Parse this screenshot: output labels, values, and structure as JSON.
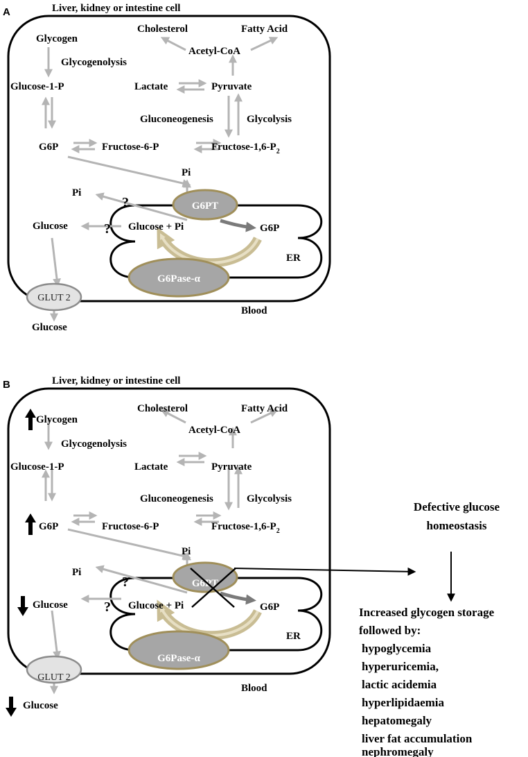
{
  "colors": {
    "arrow_gray": "#b4b4b4",
    "protein_fill": "#a6a6a6",
    "protein_border": "#a08f5a",
    "er_arrow_tan": "#c9bd94",
    "dark_arrow": "#7a7a7a",
    "glut_fill": "#e3e3e3"
  },
  "panel_a": {
    "letter": "A",
    "title": "Liver, kidney or intestine cell",
    "labels": {
      "cholesterol": "Cholesterol",
      "fatty_acid": "Fatty Acid",
      "acetyl_coa": "Acetyl-CoA",
      "glycogen": "Glycogen",
      "glycogenolysis": "Glycogenolysis",
      "glucose_1_p": "Glucose-1-P",
      "lactate": "Lactate",
      "pyruvate": "Pyruvate",
      "gluconeogenesis": "Gluconeogenesis",
      "glycolysis": "Glycolysis",
      "g6p": "G6P",
      "fructose_6_p": "Fructose-6-P",
      "fructose_16_p2": "Fructose-1,6-P",
      "p2_subscript": "2",
      "pi_top": "Pi",
      "pi_left": "Pi",
      "question_1": "?",
      "question_2": "?",
      "glucose_cyto": "Glucose",
      "glucose_pi": "Glucose + Pi",
      "g6p_er": "G6P",
      "er": "ER",
      "g6pt": "G6PT",
      "g6pase": "G6Pase-α",
      "glut2": "GLUT 2",
      "blood": "Blood",
      "glucose_blood": "Glucose"
    }
  },
  "panel_b": {
    "letter": "B",
    "title": "Liver, kidney or intestine cell",
    "labels": {
      "cholesterol": "Cholesterol",
      "fatty_acid": "Fatty Acid",
      "acetyl_coa": "Acetyl-CoA",
      "glycogen": "Glycogen",
      "glycogenolysis": "Glycogenolysis",
      "glucose_1_p": "Glucose-1-P",
      "lactate": "Lactate",
      "pyruvate": "Pyruvate",
      "gluconeogenesis": "Gluconeogenesis",
      "glycolysis": "Glycolysis",
      "g6p": "G6P",
      "fructose_6_p": "Fructose-6-P",
      "fructose_16_p2": "Fructose-1,6-P",
      "p2_subscript": "2",
      "pi_top": "Pi",
      "pi_left": "Pi",
      "question_1": "?",
      "question_2": "?",
      "glucose_cyto": "Glucose",
      "glucose_pi": "Glucose + Pi",
      "g6p_er": "G6P",
      "er": "ER",
      "g6pt": "G6PT",
      "g6pase": "G6Pase-α",
      "glut2": "GLUT 2",
      "blood": "Blood",
      "glucose_blood": "Glucose"
    },
    "side": {
      "defective_line1": "Defective glucose",
      "defective_line2": "homeostasis",
      "increased": "Increased glycogen storage",
      "followed_by": "followed by:",
      "effects": [
        "hypoglycemia",
        "hyperuricemia,",
        "lactic acidemia",
        "hyperlipidaemia",
        "hepatomegaly",
        "liver fat accumulation",
        "nephromegaly"
      ]
    }
  }
}
